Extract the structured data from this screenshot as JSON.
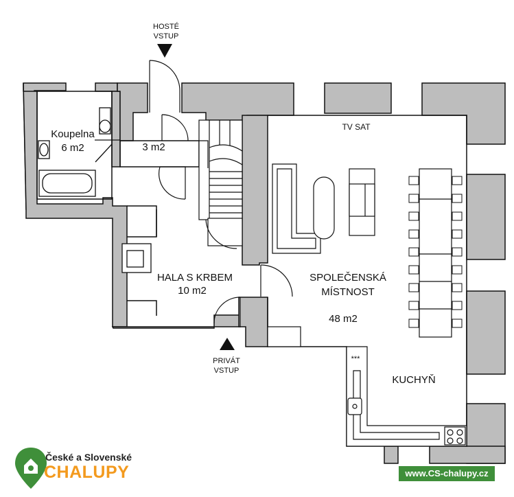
{
  "entrances": {
    "guest": [
      "HOSTÉ",
      "VSTUP"
    ],
    "private": [
      "PRIVÁT",
      "VSTUP"
    ]
  },
  "rooms": {
    "bathroom": {
      "name": "Koupelna",
      "area": "6 m2"
    },
    "small_hall": {
      "area": "3 m2"
    },
    "fireplace_hall": {
      "name": "HALA S KRBEM",
      "area": "10 m2"
    },
    "living": {
      "name_line1": "SPOLEČENSKÁ",
      "name_line2": "MÍSTNOST",
      "area": "48 m2"
    },
    "kitchen": {
      "name": "KUCHYŇ"
    }
  },
  "labels": {
    "tv": "TV SAT",
    "stove_mark": "***"
  },
  "branding": {
    "line1": "České a Slovenské",
    "line2": "CHALUPY",
    "url": "www.CS-chalupy.cz"
  },
  "colors": {
    "wall": "#bdbdbd",
    "outline": "#111111",
    "brand_green": "#3f8f3a",
    "brand_orange": "#f39a1e"
  }
}
